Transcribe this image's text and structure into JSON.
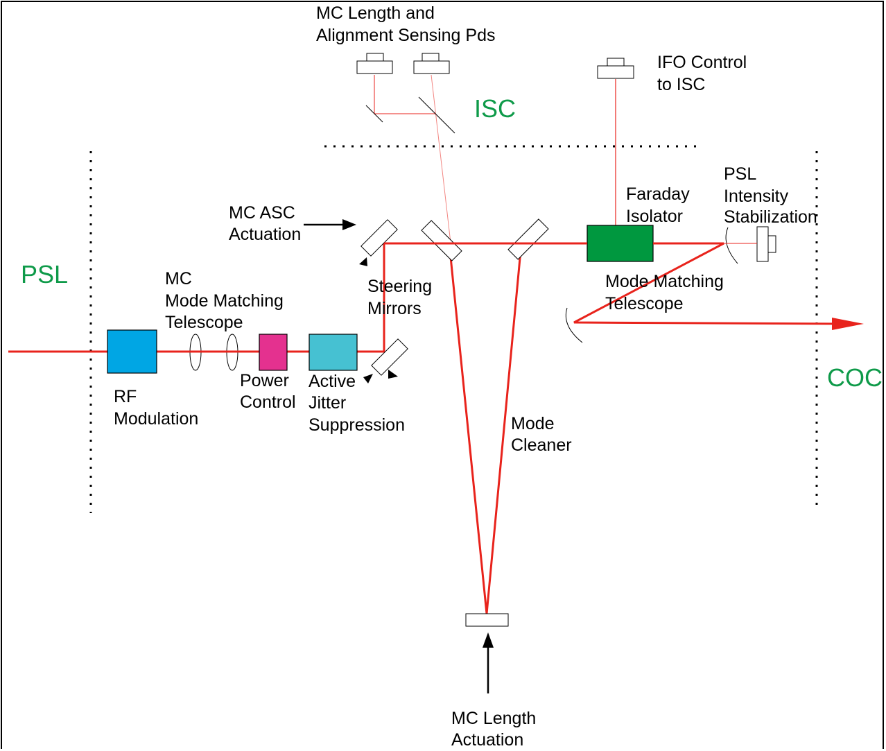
{
  "colors": {
    "beam": "#e8231c",
    "region_label": "#0e9a49",
    "rf_modulation": "#00a6e4",
    "power_control": "#e4318f",
    "active_jitter": "#46c1d2",
    "faraday_isolator": "#00983f"
  },
  "regions": {
    "psl": "PSL",
    "isc": "ISC",
    "coc": "COC"
  },
  "labels": {
    "mc_length_pds_1": "MC Length and",
    "mc_length_pds_2": "Alignment Sensing Pds",
    "ifo_control_1": "IFO Control",
    "ifo_control_2": "to ISC",
    "faraday_1": "Faraday",
    "faraday_2": "Isolator",
    "psl_intensity_1": "PSL",
    "psl_intensity_2": "Intensity",
    "psl_intensity_3": "Stabilization",
    "mc_asc_1": "MC ASC",
    "mc_asc_2": "Actuation",
    "mc_mmt_1": "MC",
    "mc_mmt_2": "Mode Matching",
    "mc_mmt_3": "Telescope",
    "steering_1": "Steering",
    "steering_2": "Mirrors",
    "mmt_1": "Mode Matching",
    "mmt_2": "Telescope",
    "power_1": "Power",
    "power_2": "Control",
    "jitter_1": "Active",
    "jitter_2": "Jitter",
    "jitter_3": "Suppression",
    "rf_1": "RF",
    "rf_2": "Modulation",
    "mode_cleaner_1": "Mode",
    "mode_cleaner_2": "Cleaner",
    "mc_length_act_1": "MC Length",
    "mc_length_act_2": "Actuation"
  }
}
